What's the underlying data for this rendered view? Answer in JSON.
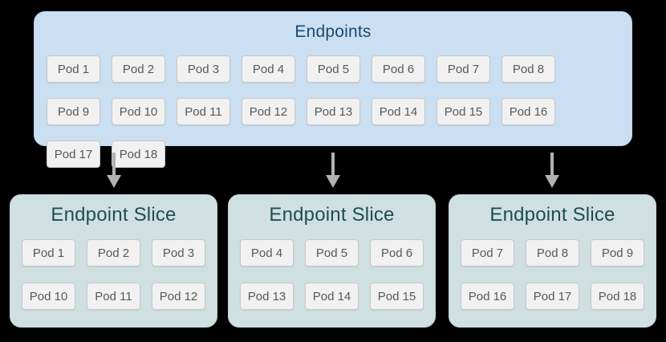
{
  "diagram": {
    "background_color": "#000000",
    "arrow_color": "#b1b1b1"
  },
  "endpoints": {
    "title": "Endpoints",
    "bg_color": "#cbdff2",
    "title_color": "#1a4a73",
    "pods": [
      "Pod 1",
      "Pod 2",
      "Pod 3",
      "Pod 4",
      "Pod 5",
      "Pod 6",
      "Pod 7",
      "Pod 8",
      "Pod 9",
      "Pod 10",
      "Pod 11",
      "Pod 12",
      "Pod 13",
      "Pod 14",
      "Pod 15",
      "Pod 16",
      "Pod 17",
      "Pod 18"
    ]
  },
  "slices": [
    {
      "title": "Endpoint Slice",
      "pods": [
        "Pod 1",
        "Pod 2",
        "Pod 3",
        "Pod 10",
        "Pod 11",
        "Pod 12"
      ]
    },
    {
      "title": "Endpoint Slice",
      "pods": [
        "Pod 4",
        "Pod 5",
        "Pod 6",
        "Pod 13",
        "Pod 14",
        "Pod 15"
      ]
    },
    {
      "title": "Endpoint Slice",
      "pods": [
        "Pod 7",
        "Pod 8",
        "Pod 9",
        "Pod 16",
        "Pod 17",
        "Pod 18"
      ]
    }
  ],
  "slice_style": {
    "bg_color": "#d0e0e1",
    "title_color": "#1d4e4e"
  },
  "pod_style": {
    "bg_color": "#f1f1f1",
    "border_color": "#c8c8c8",
    "text_color": "#58585a"
  }
}
